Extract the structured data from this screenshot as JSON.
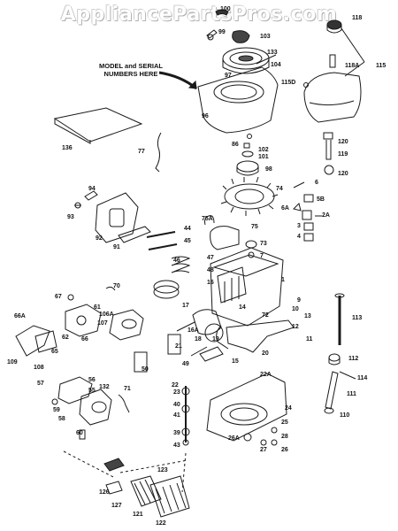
{
  "watermark": "AppliancePartsPros.com",
  "note": {
    "line1": "MODEL and SERIAL",
    "line2": "NUMBERS HERE"
  },
  "labels": [
    "100",
    "99",
    "103",
    "133",
    "104",
    "118",
    "118A",
    "115",
    "97",
    "115D",
    "96",
    "86",
    "102",
    "101",
    "98",
    "120",
    "119",
    "120",
    "136",
    "77",
    "74",
    "6",
    "5B",
    "6A",
    "2A",
    "3",
    "4",
    "94",
    "93",
    "92",
    "91",
    "44",
    "45",
    "46",
    "75A",
    "75",
    "73",
    "7",
    "47",
    "48",
    "16",
    "17",
    "67",
    "70",
    "66A",
    "61",
    "106A",
    "62",
    "107",
    "65",
    "66",
    "109",
    "108",
    "1",
    "9",
    "10",
    "13",
    "12",
    "11",
    "72",
    "14",
    "16A",
    "18",
    "19",
    "21",
    "15",
    "20",
    "22",
    "22A",
    "49",
    "50",
    "113",
    "112",
    "114",
    "111",
    "110",
    "57",
    "56",
    "55",
    "132",
    "71",
    "59",
    "58",
    "60",
    "23",
    "40",
    "41",
    "39",
    "43",
    "24",
    "25",
    "26A",
    "28",
    "27",
    "26",
    "126",
    "127",
    "123",
    "121",
    "122"
  ]
}
